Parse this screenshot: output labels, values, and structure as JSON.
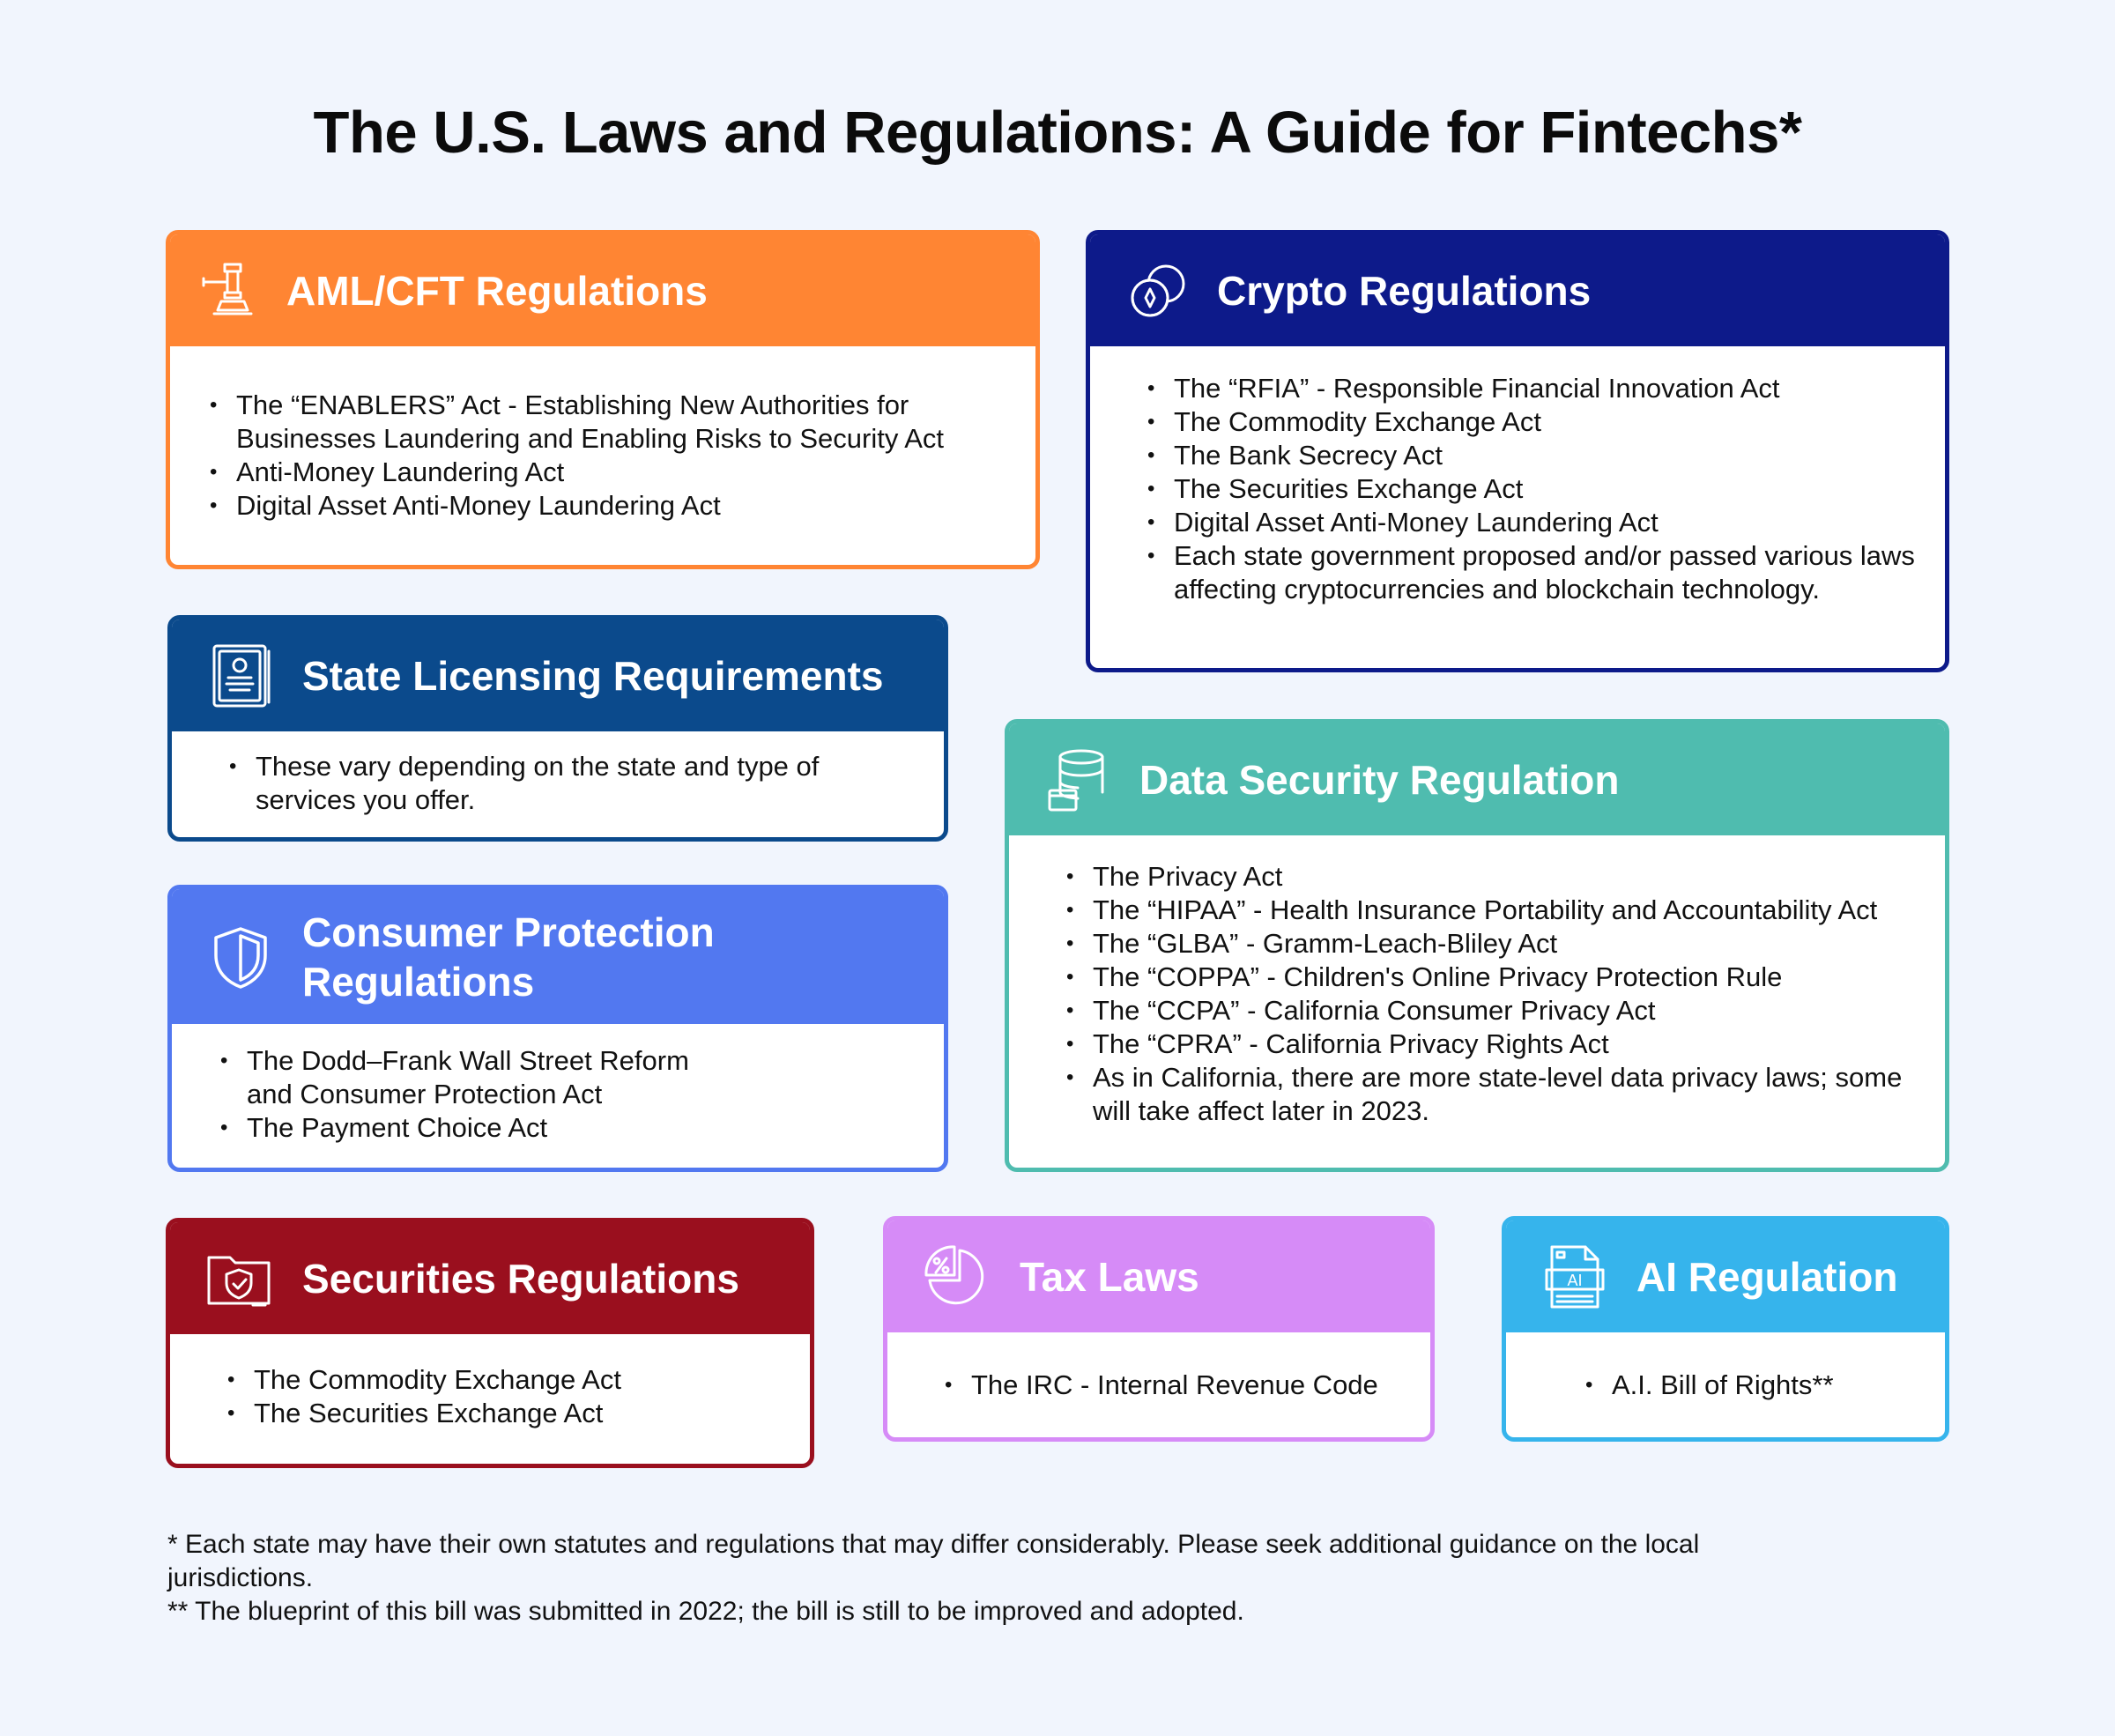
{
  "title": "The U.S. Laws and Regulations: A Guide for Fintechs*",
  "cards": {
    "aml": {
      "title": "AML/CFT Regulations",
      "color": "#ff8533",
      "icon": "gavel-icon",
      "items": [
        "The “ENABLERS” Act - Establishing New Authorities for Businesses Laundering and Enabling Risks to Security Act",
        "Anti-Money Laundering Act",
        "Digital Asset Anti-Money Laundering Act"
      ]
    },
    "crypto": {
      "title": "Crypto Regulations",
      "color": "#0d1a8a",
      "icon": "coins-icon",
      "items": [
        "The “RFIA” - Responsible Financial Innovation Act",
        "The Commodity Exchange Act",
        "The Bank Secrecy Act",
        "The Securities Exchange Act",
        "Digital Asset Anti-Money Laundering Act",
        "Each state government proposed and/or passed various laws affecting cryptocurrencies and blockchain technology."
      ]
    },
    "state": {
      "title": "State Licensing Requirements",
      "color": "#0b4a8c",
      "icon": "certificate-icon",
      "items": [
        "These vary depending on the state and type of services you offer."
      ]
    },
    "data": {
      "title": "Data Security Regulation",
      "color": "#4fbcaf",
      "icon": "database-icon",
      "items": [
        "The Privacy Act",
        "The “HIPAA” - Health Insurance Portability and Accountability Act",
        "The “GLBA” - Gramm-Leach-Bliley Act",
        "The “COPPA” - Children's Online Privacy Protection Rule",
        "The “CCPA” - California Consumer Privacy Act",
        "The “CPRA” - California Privacy Rights Act",
        "As in California, there are more state-level data privacy laws; some will take affect later in 2023."
      ]
    },
    "consumer": {
      "title": "Consumer Protection Regulations",
      "color": "#5278f0",
      "icon": "shield-icon",
      "items": [
        "The Dodd–Frank Wall Street Reform and Consumer Protection Act",
        "The Payment Choice Act"
      ]
    },
    "securities": {
      "title": "Securities Regulations",
      "color": "#9a0f1e",
      "icon": "secure-folder-icon",
      "items": [
        "The Commodity Exchange Act",
        "The Securities Exchange Act"
      ]
    },
    "tax": {
      "title": "Tax Laws",
      "color": "#d68bf7",
      "icon": "percent-pie-icon",
      "items": [
        "The IRC - Internal Revenue Code"
      ]
    },
    "ai": {
      "title": "AI Regulation",
      "color": "#36b4ec",
      "icon": "ai-document-icon",
      "icon_label": "AI",
      "items": [
        "A.I. Bill of Rights**"
      ]
    }
  },
  "footnotes": [
    "* Each state may have their own statutes and regulations that may differ considerably. Please seek additional guidance on the local jurisdictions.",
    "** The blueprint of this bill was submitted in 2022; the bill is still to be improved and adopted."
  ]
}
